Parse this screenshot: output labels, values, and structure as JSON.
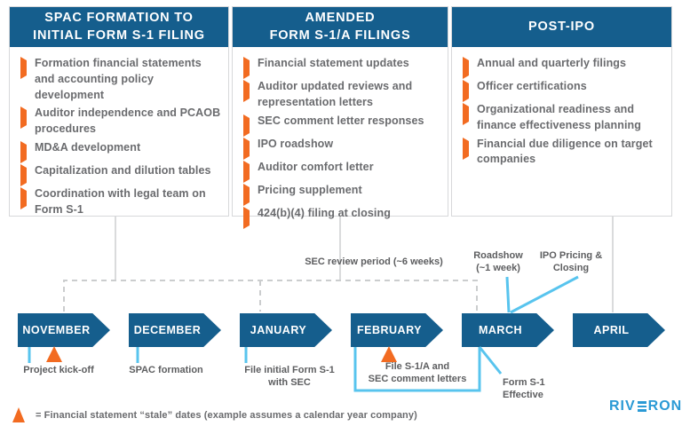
{
  "columns": [
    {
      "title_line1": "SPAC FORMATION TO",
      "title_line2": "INITIAL FORM S-1 FILING",
      "bullets": [
        "Formation financial statements and accounting policy development",
        "Auditor independence and PCAOB procedures",
        "MD&A development",
        "Capitalization and dilution tables",
        "Coordination with legal team on Form S-1"
      ]
    },
    {
      "title_line1": "AMENDED",
      "title_line2": "FORM S-1/A FILINGS",
      "bullets": [
        "Financial statement updates",
        "Auditor updated reviews and representation letters",
        "SEC comment letter responses",
        "IPO roadshow",
        "Auditor comfort letter",
        "Pricing supplement",
        "424(b)(4) filing at closing"
      ]
    },
    {
      "title_line1": "POST-IPO",
      "title_line2": "",
      "bullets": [
        "Annual and quarterly filings",
        "Officer certifications",
        "Organizational readiness and finance effectiveness planning",
        "Financial due diligence on target companies"
      ]
    }
  ],
  "timeline": {
    "months": [
      "NOVEMBER",
      "DECEMBER",
      "JANUARY",
      "FEBRUARY",
      "MARCH",
      "APRIL"
    ],
    "sec_review_label": "SEC review period (~6 weeks)",
    "roadshow_line1": "Roadshow",
    "roadshow_line2": "(~1 week)",
    "ipo_line1": "IPO Pricing &",
    "ipo_line2": "Closing",
    "events": {
      "november": "Project kick-off",
      "december": "SPAC formation",
      "january_line1": "File initial Form S-1",
      "january_line2": "with SEC",
      "february_line1": "File S-1/A and",
      "february_line2": "SEC comment letters",
      "march_line1": "Form S-1",
      "march_line2": "Effective"
    }
  },
  "legend": {
    "text": "= Financial statement “stale” dates (example assumes a calendar year company)"
  },
  "logo": {
    "left": "RIV",
    "right": "RON"
  },
  "colors": {
    "brand_blue": "#155E8D",
    "accent_orange": "#F26B21",
    "light_blue": "#58C4EE",
    "logo_blue": "#2B9AD5",
    "text_gray": "#6A6B6E"
  }
}
